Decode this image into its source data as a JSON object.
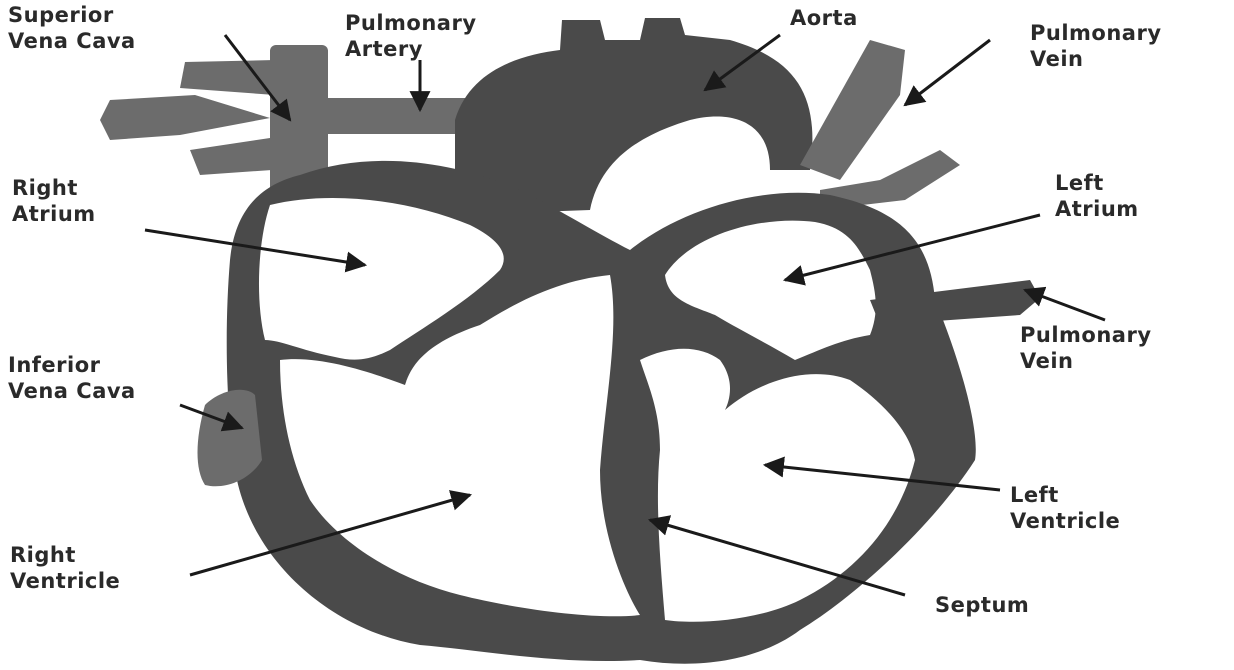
{
  "colors": {
    "wall": "#4a4a4a",
    "vessel": "#6c6c6c",
    "chamber": "#ffffff",
    "arrow": "#1a1a1a",
    "label": "#2a2a2a"
  },
  "labels": {
    "superior_vena_cava": {
      "line1": "Superior",
      "line2": "Vena Cava"
    },
    "pulmonary_artery": {
      "line1": "Pulmonary",
      "line2": "Artery"
    },
    "aorta": {
      "line1": "Aorta"
    },
    "pulmonary_vein_top": {
      "line1": "Pulmonary",
      "line2": "Vein"
    },
    "right_atrium": {
      "line1": "Right",
      "line2": "Atrium"
    },
    "left_atrium": {
      "line1": "Left",
      "line2": "Atrium"
    },
    "inferior_vena_cava": {
      "line1": "Inferior",
      "line2": "Vena Cava"
    },
    "pulmonary_vein_right": {
      "line1": "Pulmonary",
      "line2": "Vein"
    },
    "left_ventricle": {
      "line1": "Left",
      "line2": "Ventricle"
    },
    "right_ventricle": {
      "line1": "Right",
      "line2": "Ventricle"
    },
    "septum": {
      "line1": "Septum"
    }
  }
}
